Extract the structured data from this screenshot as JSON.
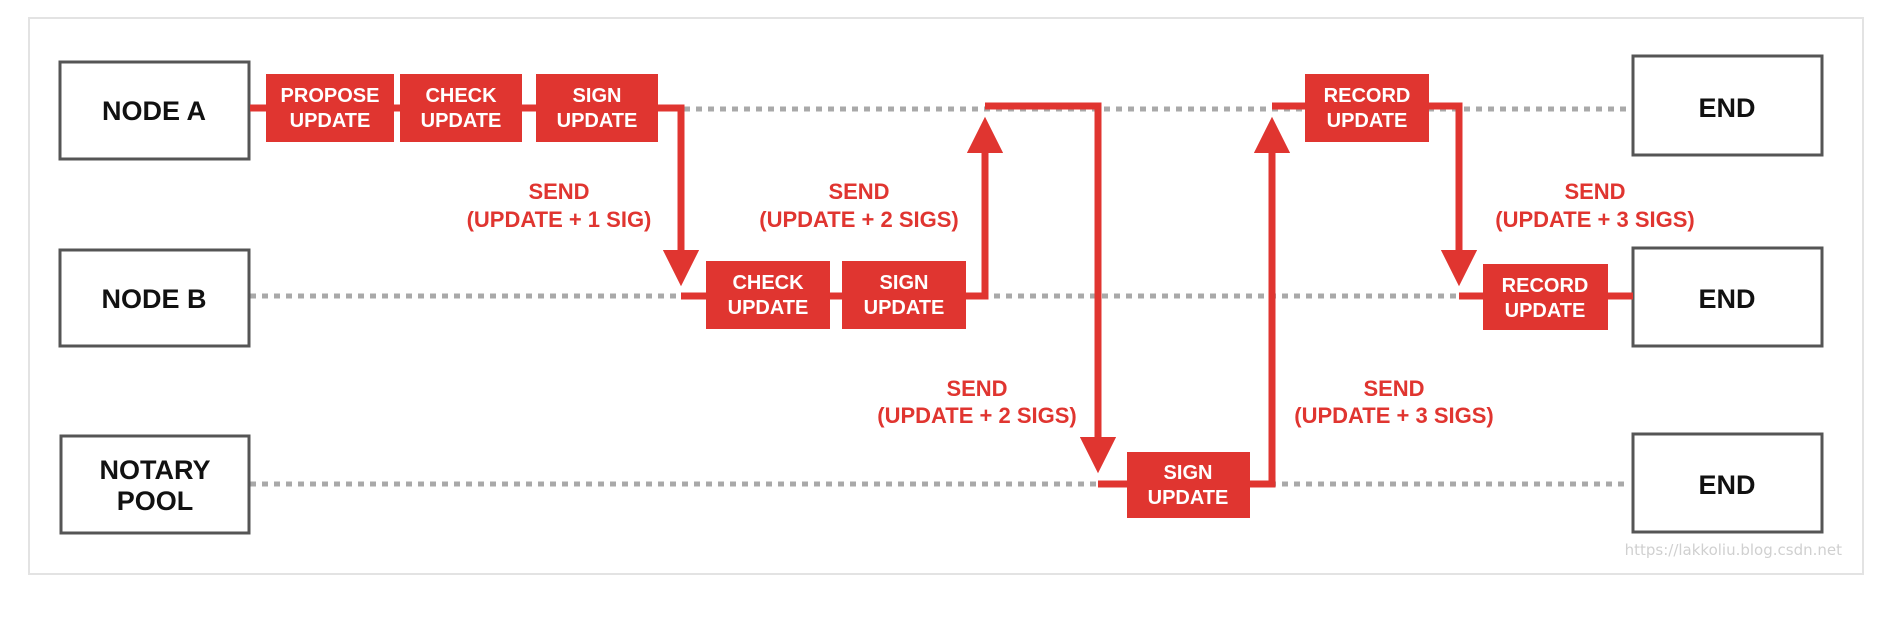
{
  "colors": {
    "accent": "#e03530",
    "lane_box_border": "#555555",
    "dotted_line": "#a9a9a9",
    "text": "#111111"
  },
  "lanes": [
    {
      "label": [
        "NODE A"
      ],
      "end_label": "END"
    },
    {
      "label": [
        "NODE B"
      ],
      "end_label": "END"
    },
    {
      "label": [
        "NOTARY",
        "POOL"
      ],
      "end_label": "END"
    }
  ],
  "steps": {
    "a_propose": [
      "PROPOSE",
      "UPDATE"
    ],
    "a_check": [
      "CHECK",
      "UPDATE"
    ],
    "a_sign": [
      "SIGN",
      "UPDATE"
    ],
    "b_check": [
      "CHECK",
      "UPDATE"
    ],
    "b_sign": [
      "SIGN",
      "UPDATE"
    ],
    "n_sign": [
      "SIGN",
      "UPDATE"
    ],
    "a_record": [
      "RECORD",
      "UPDATE"
    ],
    "b_record": [
      "RECORD",
      "UPDATE"
    ]
  },
  "send_labels": {
    "a_to_b": [
      "SEND",
      "(UPDATE + 1 SIG)"
    ],
    "b_to_a": [
      "SEND",
      "(UPDATE + 2 SIGS)"
    ],
    "a_to_notary": [
      "SEND",
      "(UPDATE + 2 SIGS)"
    ],
    "notary_to_a": [
      "SEND",
      "(UPDATE + 3 SIGS)"
    ],
    "a_to_b_final": [
      "SEND",
      "(UPDATE + 3 SIGS)"
    ]
  },
  "watermark": "https://lakkoliu.blog.csdn.net"
}
